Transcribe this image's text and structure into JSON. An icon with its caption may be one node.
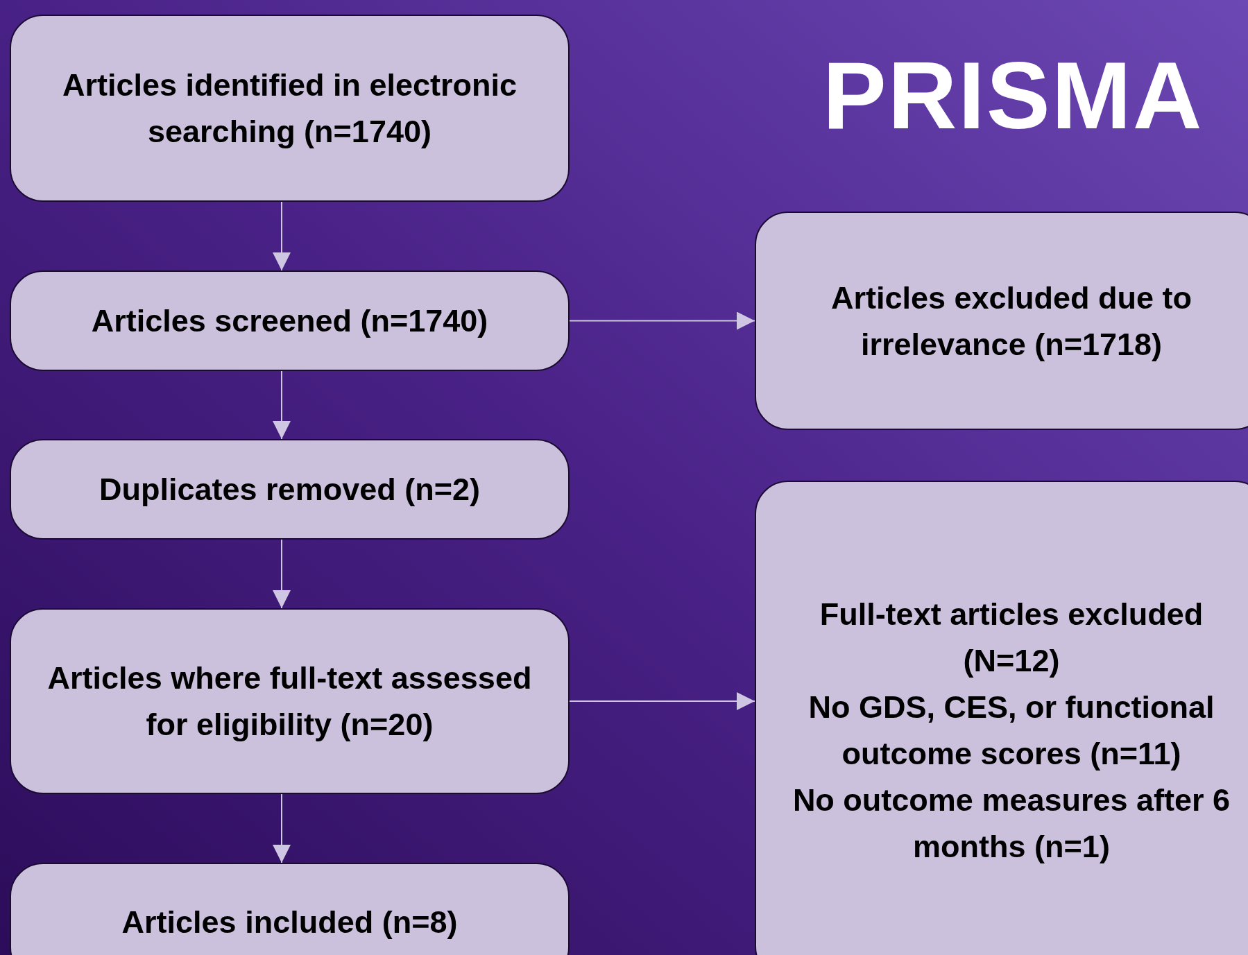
{
  "diagram": {
    "title": "PRISMA",
    "nodes": [
      {
        "text": [
          "Articles identified in electronic searching (n=1740)"
        ]
      },
      {
        "text": [
          "Articles screened (n=1740)"
        ]
      },
      {
        "text": [
          "Duplicates removed (n=2)"
        ]
      },
      {
        "text": [
          "Articles where full-text assessed for eligibility (n=20)"
        ]
      },
      {
        "text": [
          "Articles included (n=8)"
        ]
      },
      {
        "text": [
          "Articles excluded due to irrelevance (n=1718)"
        ]
      },
      {
        "text": [
          "Full-text articles excluded (N=12)",
          "No GDS, CES, or functional outcome scores (n=11)",
          "No outcome measures after 6 months (n=1)"
        ]
      }
    ],
    "edges": [
      {
        "from": 0,
        "to": 1,
        "arrow": "to"
      },
      {
        "from": 1,
        "to": 2,
        "arrow": "to"
      },
      {
        "from": 2,
        "to": 3,
        "arrow": "to"
      },
      {
        "from": 3,
        "to": 4,
        "arrow": "to"
      },
      {
        "from": 1,
        "to": 5,
        "arrow": "to"
      },
      {
        "from": 3,
        "to": 6,
        "arrow": "to"
      }
    ]
  }
}
